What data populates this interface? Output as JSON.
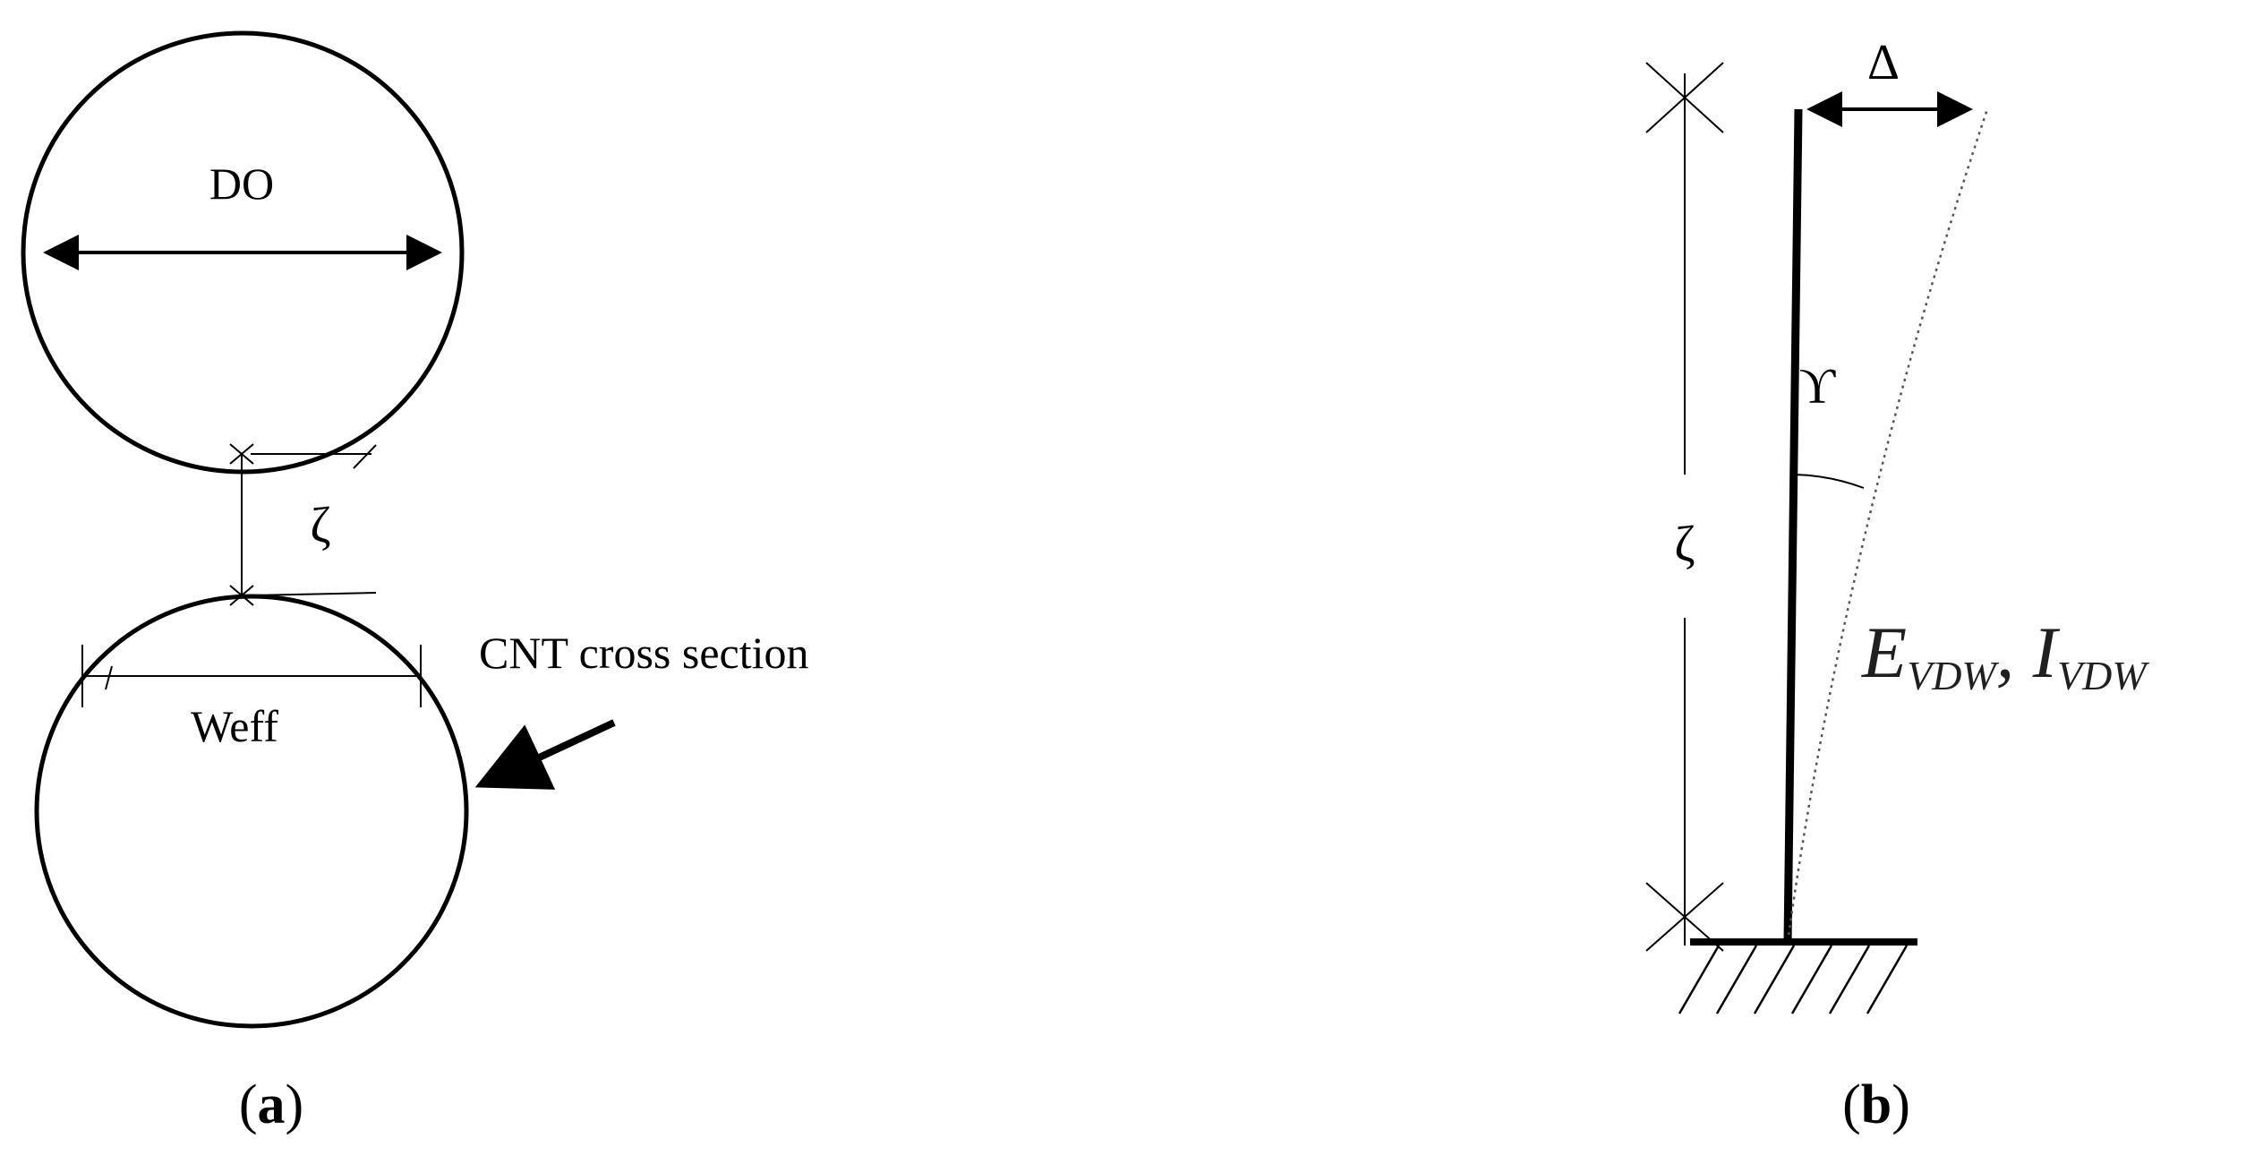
{
  "panel_a": {
    "diameter_label": "DO",
    "gap_symbol": "ζ",
    "width_label": "Weff",
    "annotation": "CNT cross section",
    "caption": {
      "open": "(",
      "letter": "a",
      "close": ")"
    }
  },
  "panel_b": {
    "deflection_symbol": "Δ",
    "angle_symbol": "ϒ",
    "length_symbol": "ζ",
    "modulus": {
      "main": "E",
      "sub": "VDW",
      "separator": ", "
    },
    "inertia": {
      "main": "I",
      "sub": "VDW"
    },
    "caption": {
      "open": "(",
      "letter": "b",
      "close": ")"
    }
  },
  "colors": {
    "line": "#000000",
    "background": "#ffffff"
  }
}
